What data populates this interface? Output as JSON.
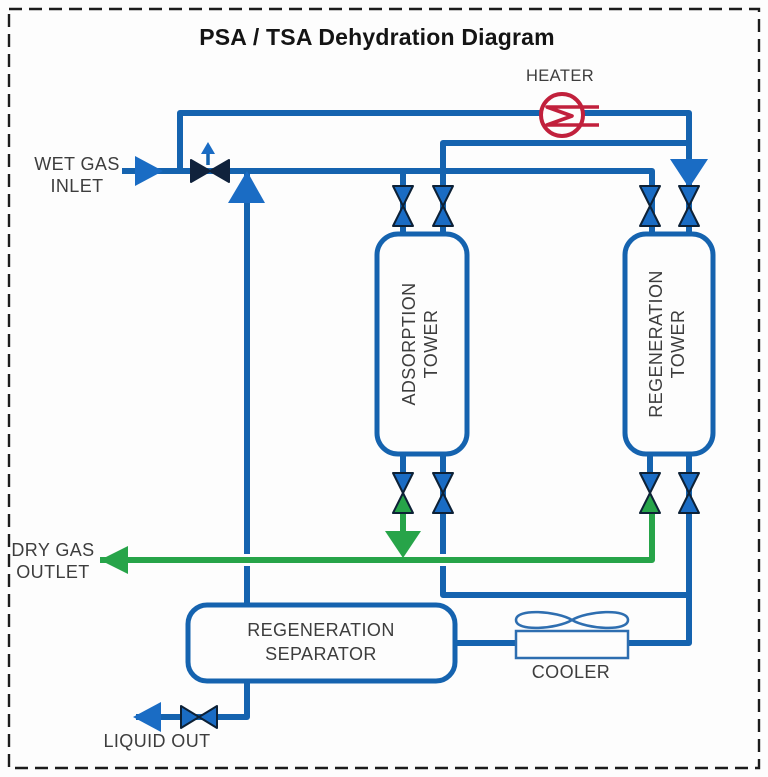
{
  "title": "PSA / TSA Dehydration Diagram",
  "labels": {
    "heater": "HEATER",
    "cooler": "COOLER",
    "liquid_out": "LIQUID OUT",
    "wet_gas_inlet": {
      "line1": "WET GAS",
      "line2": "INLET"
    },
    "dry_gas_outlet": {
      "line1": "DRY GAS",
      "line2": "OUTLET"
    }
  },
  "equipment": {
    "adsorption_tower": {
      "line1": "ADSORPTION",
      "line2": "TOWER"
    },
    "regeneration_tower": {
      "line1": "REGENERATION",
      "line2": "TOWER"
    },
    "regeneration_separator": {
      "line1": "REGENERATION",
      "line2": "SEPARATOR"
    },
    "heater": "HEATER",
    "cooler": "COOLER"
  },
  "colors": {
    "pipe_blue": "#1563af",
    "arrow_valve_blue": "#1a6cc4",
    "valve_outline_dark": "#0d2136",
    "flow_green": "#27a449",
    "heater_red": "#c1203c",
    "text": "#3d3d3d",
    "frame_dash": "#1c1c1c"
  }
}
